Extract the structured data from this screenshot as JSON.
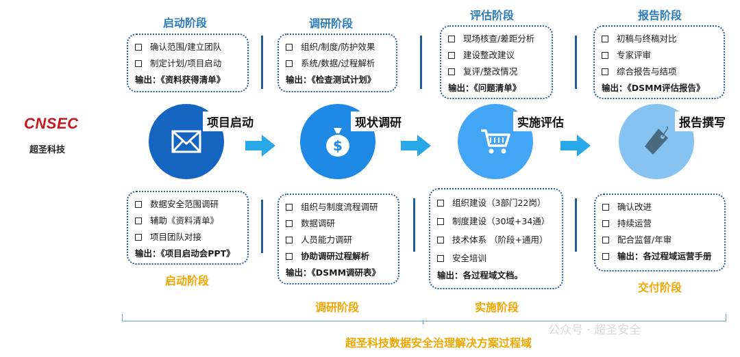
{
  "logo": {
    "mark": "CNSEC",
    "name": "超圣科技"
  },
  "stages": [
    {
      "title": "启动阶段",
      "step": "项目启动",
      "top_items": [
        "确认范围/建立团队",
        "制定计划/项目启动"
      ],
      "top_output": "输出：《资料获得清单》",
      "bottom_items": [
        "数据安全范围调研",
        "辅助《资料清单》",
        "项目团队对接"
      ],
      "bottom_output": "输出：《项目启动会PPT》",
      "phase": "启动阶段"
    },
    {
      "title": "调研阶段",
      "step": "现状调研",
      "top_items": [
        "组织/制度/防护效果",
        "系统/数据/过程解析"
      ],
      "top_output": "输出：《检查测试计划》",
      "bottom_items": [
        "组织与制度流程调研",
        "数据调研",
        "人员能力调研",
        "协助调研过程解析"
      ],
      "bottom_output": "输出：《DSMM调研表》",
      "phase": "调研阶段"
    },
    {
      "title": "评估阶段",
      "step": "实施评估",
      "top_items": [
        "现场核查/差距分析",
        "建设整改建议",
        "复评/整改情况"
      ],
      "top_output": "输出：《问题清单》",
      "bottom_items": [
        "组织建设（3部门22岗）",
        "制度建设（30域+34通）",
        "技术体系 （阶段+通用）",
        "安全培训"
      ],
      "bottom_output": "输出：各过程域文档。",
      "phase": "实施阶段"
    },
    {
      "title": "报告阶段",
      "step": "报告撰写",
      "top_items": [
        "初稿与终稿对比",
        "专家评审",
        "综合报告与结项"
      ],
      "top_output": "输出：《DSMM评估报告》",
      "bottom_items": [
        "确认改进",
        "持续运营",
        "配合监督/年审"
      ],
      "bottom_output": "输出：各过程域运营手册",
      "phase": "交付阶段"
    }
  ],
  "footer": "超圣科技数据安全治理解决方案过程域",
  "watermark": "公众号 · 超圣安全",
  "icons": [
    "envelope-icon",
    "money-bag-icon",
    "shopping-cart-icon",
    "price-tag-icon"
  ],
  "colors": {
    "blue_dark": "#1565c0",
    "blue_mid": "#2196f3",
    "blue_light": "#7cc0f0",
    "orange": "#f0a500",
    "arrow": "#29a8e8"
  }
}
